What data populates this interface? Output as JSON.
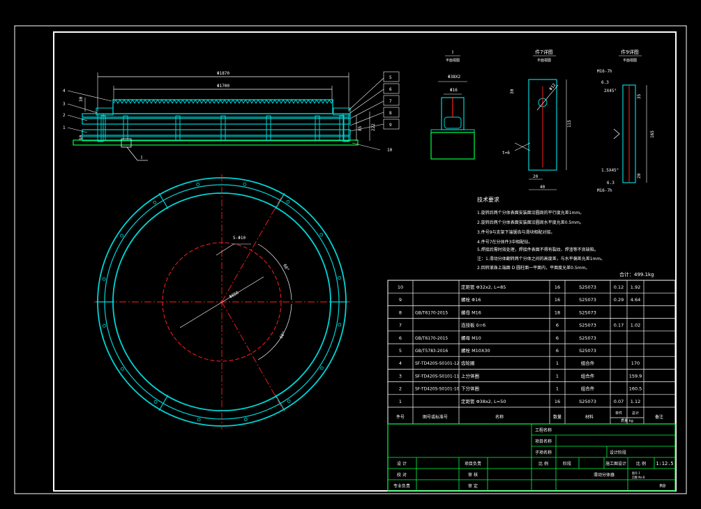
{
  "colors": {
    "background": "#000000",
    "frame": "#ffffff",
    "part": "#00d6d6",
    "dim": "#ffffff",
    "center": "#ff2020",
    "block": "#00ff44"
  },
  "front_view": {
    "dim_overall": "Φ1870",
    "dim_inner": "Φ1700",
    "dim_height": "222",
    "dim_mid": "85",
    "dim_left": "30",
    "dim_left2": "50",
    "callouts_left": [
      "4",
      "3",
      "2",
      "1"
    ],
    "callouts_right": [
      "5",
      "6",
      "7",
      "8",
      "9",
      "10"
    ],
    "detail_label": "Ⅰ"
  },
  "detail_views": {
    "view1": {
      "title": "Ⅰ",
      "subtitle": "平面视图",
      "dim_a": "Φ38X2",
      "dim_b": "Φ16"
    },
    "view2": {
      "title": "件7详图",
      "subtitle": "平面视图",
      "dim_hole": "Φ12",
      "dim_top": "30",
      "dim_height": "115",
      "dim_w": "20",
      "dim_total": "40",
      "thick": "t=6"
    },
    "view3": {
      "title": "件9详图",
      "subtitle": "平面视图",
      "thread_top": "M16-7h",
      "rough": "6.3",
      "chamfer_top": "2X45°",
      "dim_top": "35",
      "dim_height": "165",
      "chamfer_bot": "1.5X45°",
      "rough_bot": "6.3",
      "dim_bot": "20",
      "thread_bot": "M16-7h"
    }
  },
  "plan_view": {
    "bolts": "5-Φ10",
    "diameter": "Φ850",
    "angle_top": "60°",
    "angle_bot": "60°"
  },
  "tech_req": {
    "title": "技术要求",
    "items": [
      "1.旋转后两个分体表面安装面沿圆周的平行度允差1mm。",
      "2.旋转后两个分体表面安装面沿圆周水平度允差0.5mm。",
      "3.件号9与支架下端锯齿与滑块相配对接。",
      "4.件号7在分体件3中相配钻。",
      "5.焊接后需时效处理，焊接件表面不得有裂纹、焊渣等不良缺陷。",
      "注：1.滑动分体翻转两个分体之间的高度差，与水平偏差允差1mm。",
      "    2.回转滚珠上端面 D 圆柱面一平面内，平面度允差0.5mm。"
    ],
    "weight": "合计：499.1kg"
  },
  "bom": {
    "rows": [
      {
        "no": "10",
        "code": "",
        "name": "定距管 Φ32x2, L=85",
        "qty": "16",
        "mat": "S25073",
        "unit": "0.12",
        "total": "1.92",
        "note": ""
      },
      {
        "no": "9",
        "code": "",
        "name": "螺栓 Φ16",
        "qty": "16",
        "mat": "S25073",
        "unit": "0.29",
        "total": "4.64",
        "note": ""
      },
      {
        "no": "8",
        "code": "GB/T6170-2015",
        "name": "螺母 M16",
        "qty": "18",
        "mat": "S25073",
        "unit": "",
        "total": "",
        "note": ""
      },
      {
        "no": "7",
        "code": "",
        "name": "连接板 δ=6",
        "qty": "6",
        "mat": "S25073",
        "unit": "0.17",
        "total": "1.02",
        "note": ""
      },
      {
        "no": "6",
        "code": "GB/T6170-2015",
        "name": "螺母 M10",
        "qty": "6",
        "mat": "S25073",
        "unit": "",
        "total": "",
        "note": ""
      },
      {
        "no": "5",
        "code": "GB/T5783-2016",
        "name": "螺栓 M10X30",
        "qty": "6",
        "mat": "S25073",
        "unit": "",
        "total": "",
        "note": ""
      },
      {
        "no": "4",
        "code": "SF-TD420S-S0101-12",
        "name": "齿轮圈",
        "qty": "1",
        "mat": "组合件",
        "unit": "",
        "total": "170",
        "note": ""
      },
      {
        "no": "3",
        "code": "SF-TD420S-S0101-11",
        "name": "上分体圈",
        "qty": "1",
        "mat": "组合件",
        "unit": "",
        "total": "159.9",
        "note": ""
      },
      {
        "no": "2",
        "code": "SF-TD420S-S0101-10",
        "name": "下分体圈",
        "qty": "1",
        "mat": "组合件",
        "unit": "",
        "total": "160.5",
        "note": ""
      },
      {
        "no": "1",
        "code": "",
        "name": "定距管 Φ38x2, L=50",
        "qty": "16",
        "mat": "S25073",
        "unit": "0.07",
        "total": "1.12",
        "note": ""
      }
    ],
    "headers": {
      "no": "件号",
      "code": "图号或标准号",
      "name": "名称",
      "qty": "数量",
      "mat": "材料",
      "unit": "单件",
      "total": "总计",
      "weight": "质量 kg",
      "note": "备注"
    }
  },
  "title_block": {
    "r1": "工程名称",
    "r2": "项目名称",
    "r3": "子项名称",
    "stage_label": "施工图设计",
    "design": "设 计",
    "check": "校 对",
    "approve": "审 核",
    "review": "审 定",
    "chief": "专业负责",
    "leader": "项目负责",
    "scale": "1:12.5",
    "scale_label": "比 例",
    "phase": "阶段",
    "drawing_title": "滑动分体器",
    "drawing_no": "图号 1",
    "sheet": "页数 No.8",
    "rev": "R0",
    "phase_label": "设计阶段"
  }
}
